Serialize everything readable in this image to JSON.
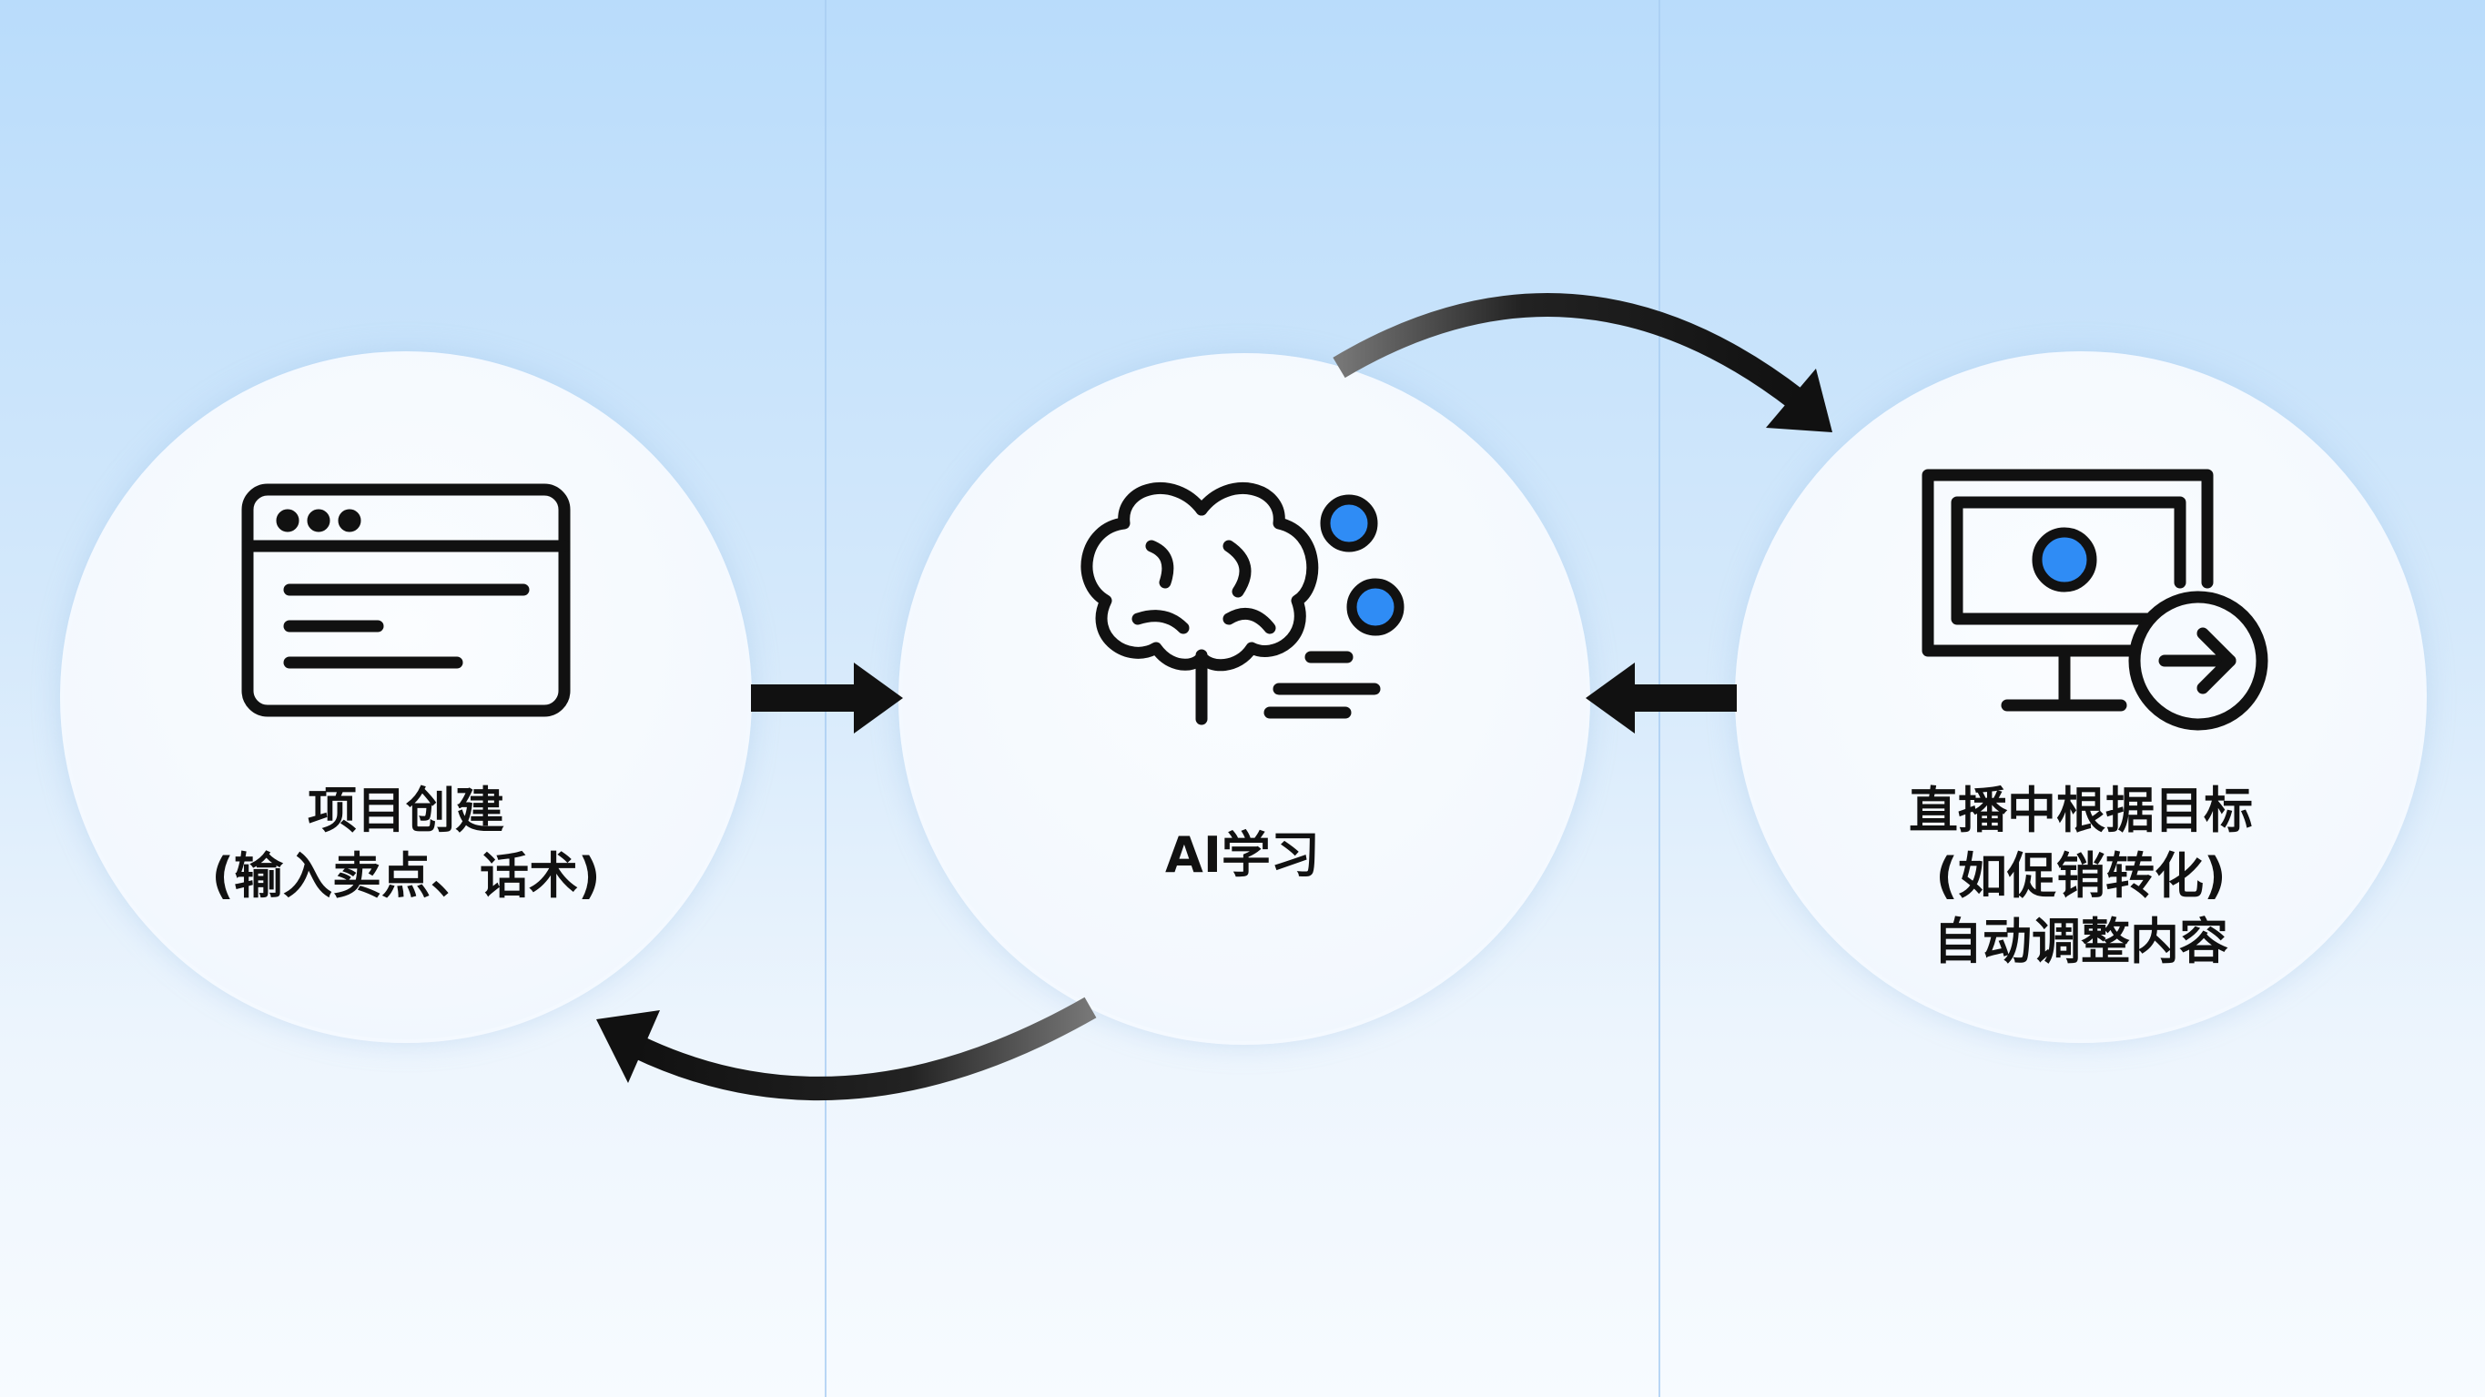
{
  "steps": [
    {
      "icon": "browser-window-icon",
      "lines": [
        "项目创建",
        "(输入卖点、话术)"
      ]
    },
    {
      "icon": "brain-ai-icon",
      "lines": [
        "AI学习"
      ]
    },
    {
      "icon": "monitor-live-icon",
      "lines": [
        "直播中根据目标",
        "(如促销转化)",
        "自动调整内容"
      ]
    }
  ],
  "colors": {
    "accent": "#2f8cf5",
    "stroke": "#111111"
  }
}
